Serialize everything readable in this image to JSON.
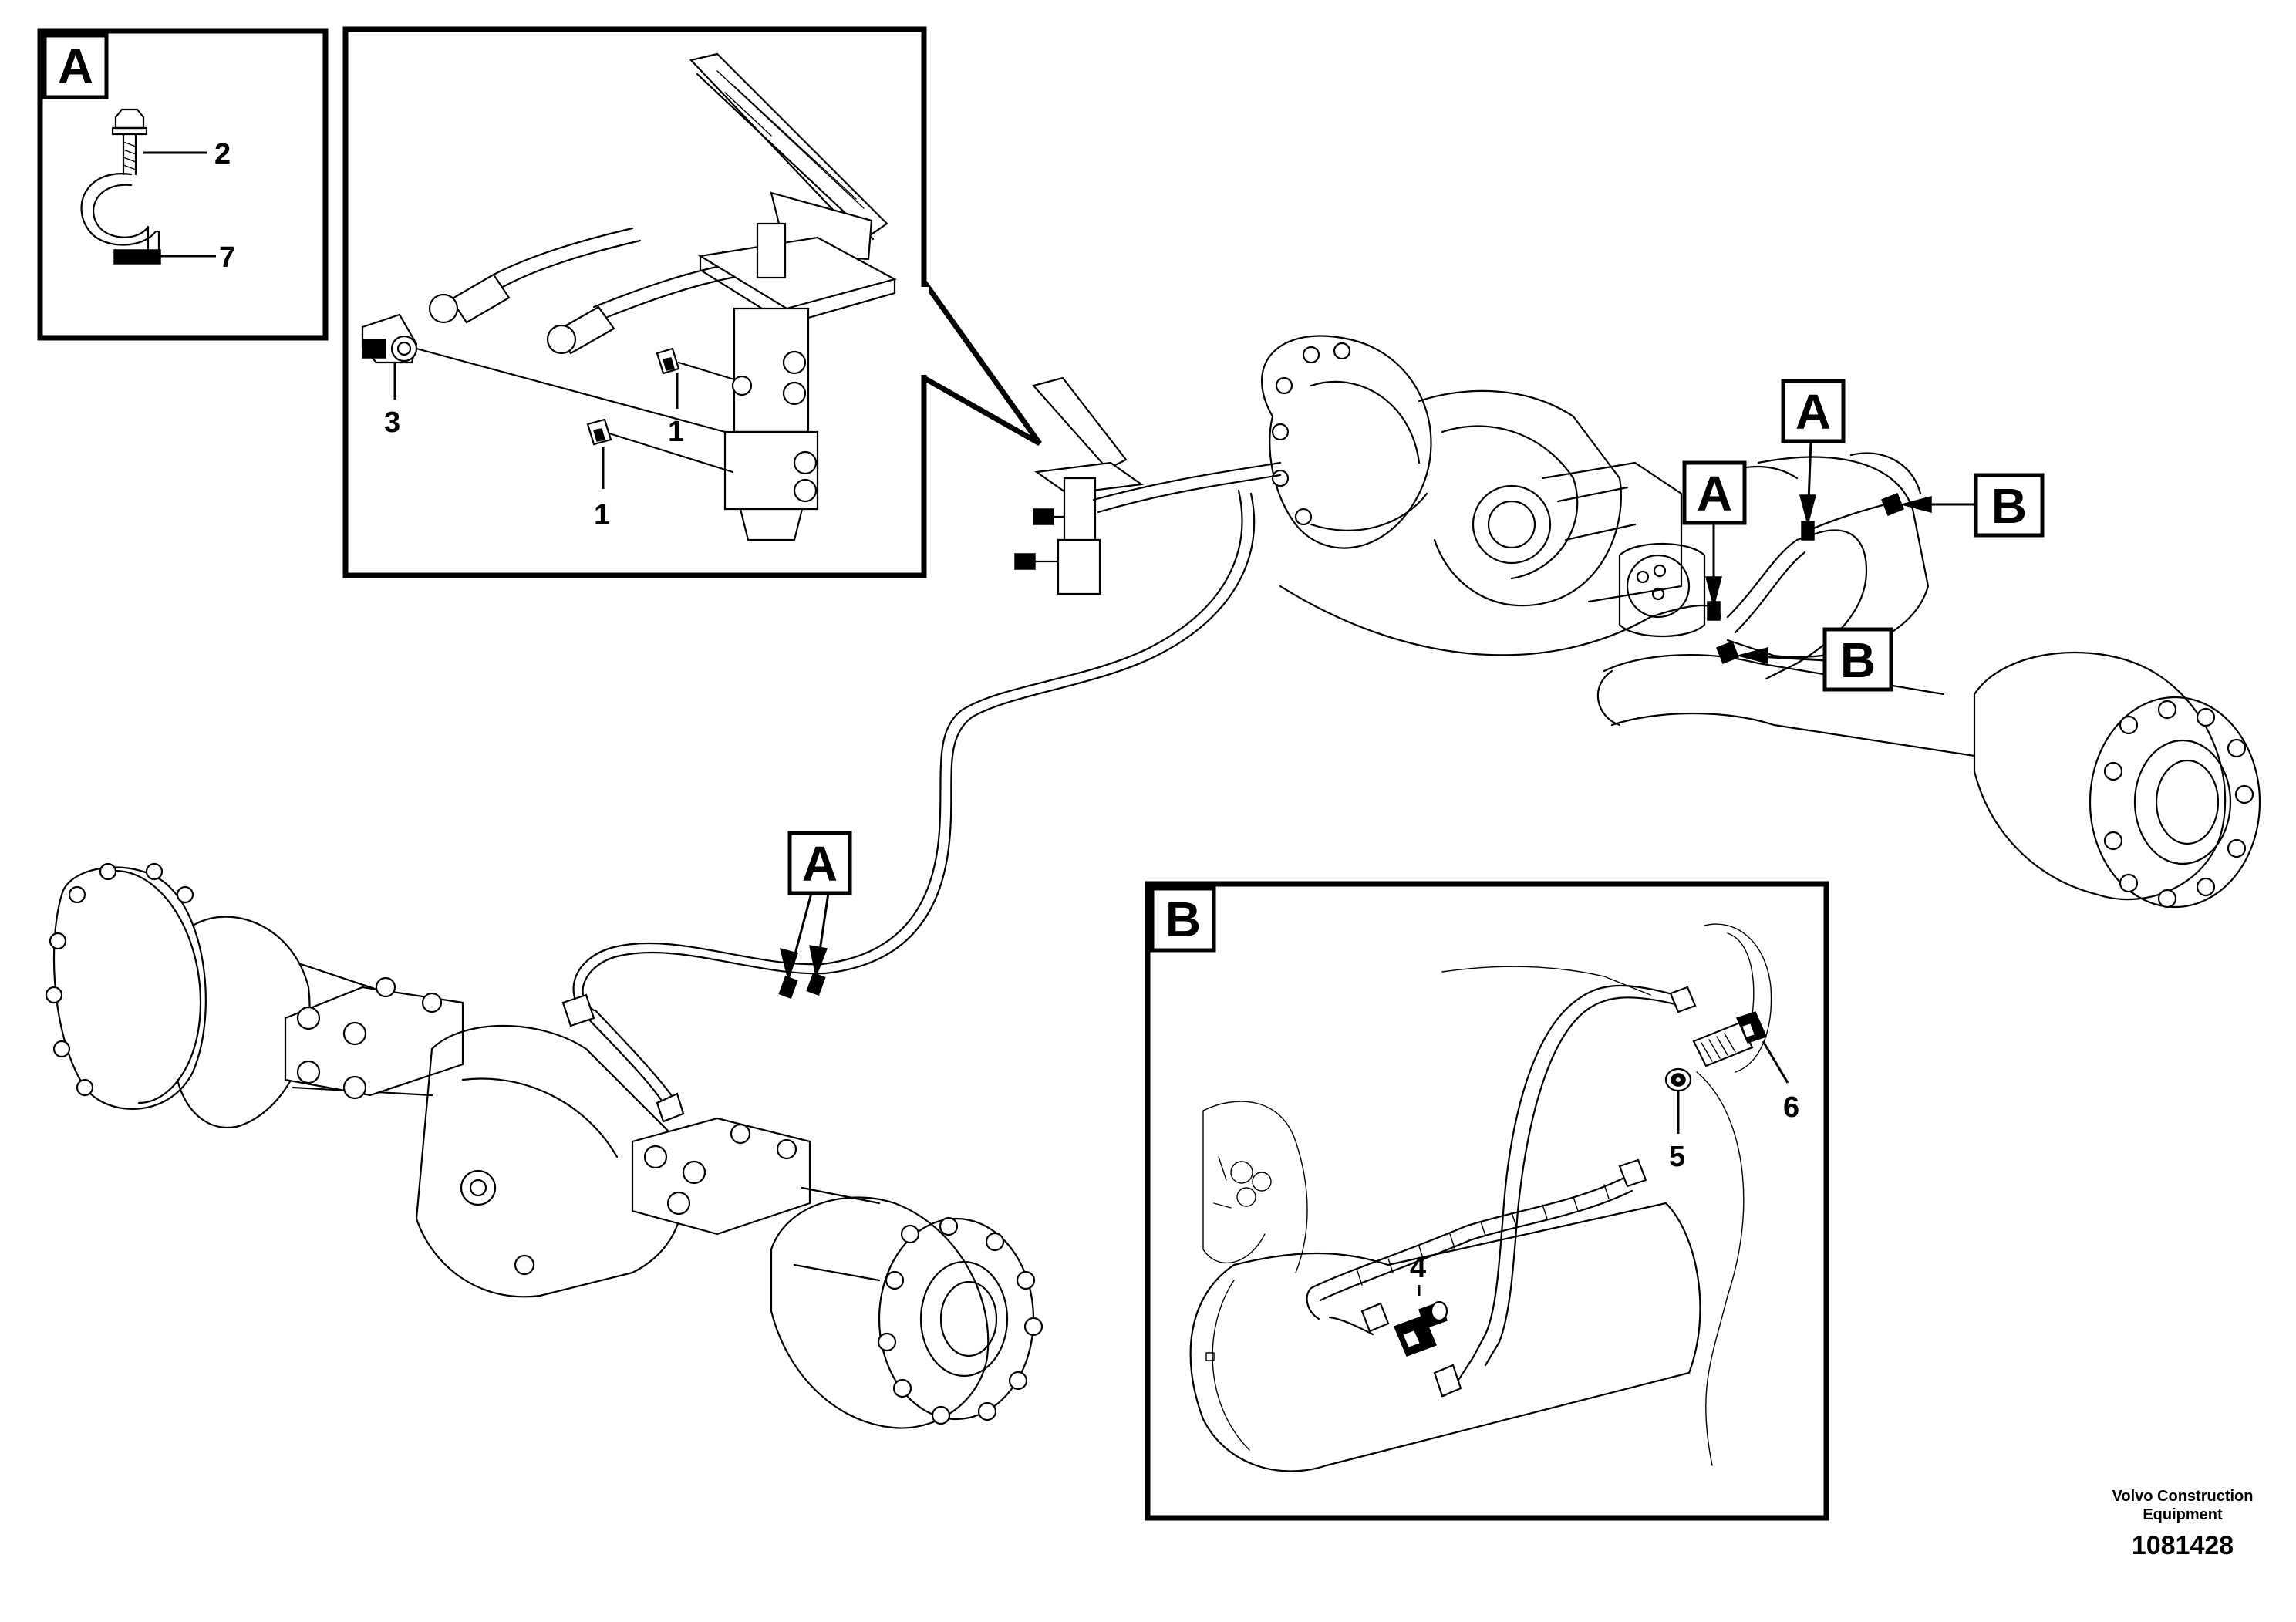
{
  "callouts": {
    "A": "A",
    "B": "B"
  },
  "part_numbers": {
    "p1": "1",
    "p2": "2",
    "p3": "3",
    "p4": "4",
    "p5": "5",
    "p6": "6",
    "p7": "7"
  },
  "brand": {
    "line1": "Volvo Construction",
    "line2": "Equipment",
    "drawing_number": "1081428"
  }
}
